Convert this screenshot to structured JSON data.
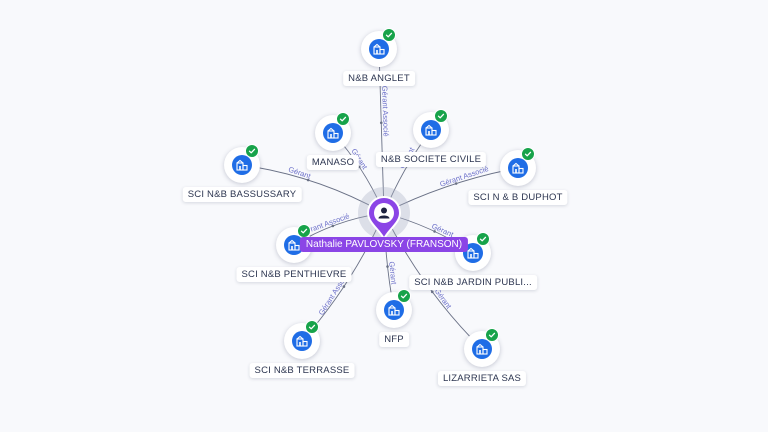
{
  "center": {
    "name": "Nathalie PAVLOVSKY (FRANSON)",
    "icon": "person-icon"
  },
  "colors": {
    "accent_purple": "#8b45e6",
    "company_blue": "#1f6de6",
    "status_green": "#17a34a",
    "edge_gray": "#6a7186",
    "edge_label": "#6b6fc9"
  },
  "nodes": [
    {
      "id": "anglet",
      "label": "N&B ANGLET",
      "icon": "building-icon",
      "status": "check-badge-icon"
    },
    {
      "id": "manaso",
      "label": "MANASO",
      "icon": "building-icon",
      "status": "check-badge-icon"
    },
    {
      "id": "societe-civile",
      "label": "N&B SOCIETE CIVILE",
      "icon": "building-icon",
      "status": "check-badge-icon"
    },
    {
      "id": "bassussary",
      "label": "SCI N&B BASSUSSARY",
      "icon": "building-icon",
      "status": "check-badge-icon"
    },
    {
      "id": "duphot",
      "label": "SCI N & B DUPHOT",
      "icon": "building-icon",
      "status": "check-badge-icon"
    },
    {
      "id": "penthievre",
      "label": "SCI N&B PENTHIEVRE",
      "icon": "building-icon",
      "status": "check-badge-icon"
    },
    {
      "id": "jardin",
      "label": "SCI N&B JARDIN PUBLI...",
      "icon": "building-icon",
      "status": "check-badge-icon"
    },
    {
      "id": "nfp",
      "label": "NFP",
      "icon": "building-icon",
      "status": "check-badge-icon"
    },
    {
      "id": "terrasse",
      "label": "SCI N&B TERRASSE",
      "icon": "building-icon",
      "status": "check-badge-icon"
    },
    {
      "id": "lizarrieta",
      "label": "LIZARRIETA SAS",
      "icon": "building-icon",
      "status": "check-badge-icon"
    }
  ],
  "edges": [
    {
      "to": "anglet",
      "role": "Gérant Associé"
    },
    {
      "to": "manaso",
      "role": "Gérant"
    },
    {
      "to": "societe-civile",
      "role": "Gérant"
    },
    {
      "to": "bassussary",
      "role": "Gérant"
    },
    {
      "to": "duphot",
      "role": "Gérant Associé"
    },
    {
      "to": "penthievre",
      "role": "Gérant Associé"
    },
    {
      "to": "jardin",
      "role": "Gérant"
    },
    {
      "to": "nfp",
      "role": "Gérant"
    },
    {
      "to": "terrasse",
      "role": "Gérant Associé"
    },
    {
      "to": "lizarrieta",
      "role": "Gérant"
    }
  ]
}
